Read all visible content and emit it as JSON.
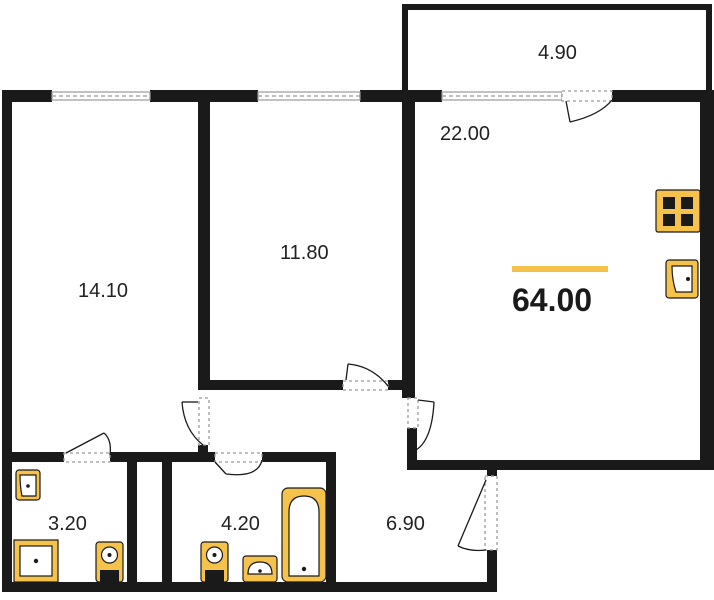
{
  "plan": {
    "total_area": "64.00",
    "rooms": {
      "balcony": "4.90",
      "living_kitchen": "22.00",
      "bedroom_middle": "11.80",
      "bedroom_left": "14.10",
      "bathroom": "3.20",
      "toilet_bath": "4.20",
      "hallway": "6.90"
    }
  },
  "colors": {
    "wall": "#1a1a1a",
    "fixture_fill": "#F5C24C",
    "fixture_stroke": "#1a1a1a",
    "accent_bar": "#F5C24C",
    "window_line": "#9a9a9a"
  }
}
